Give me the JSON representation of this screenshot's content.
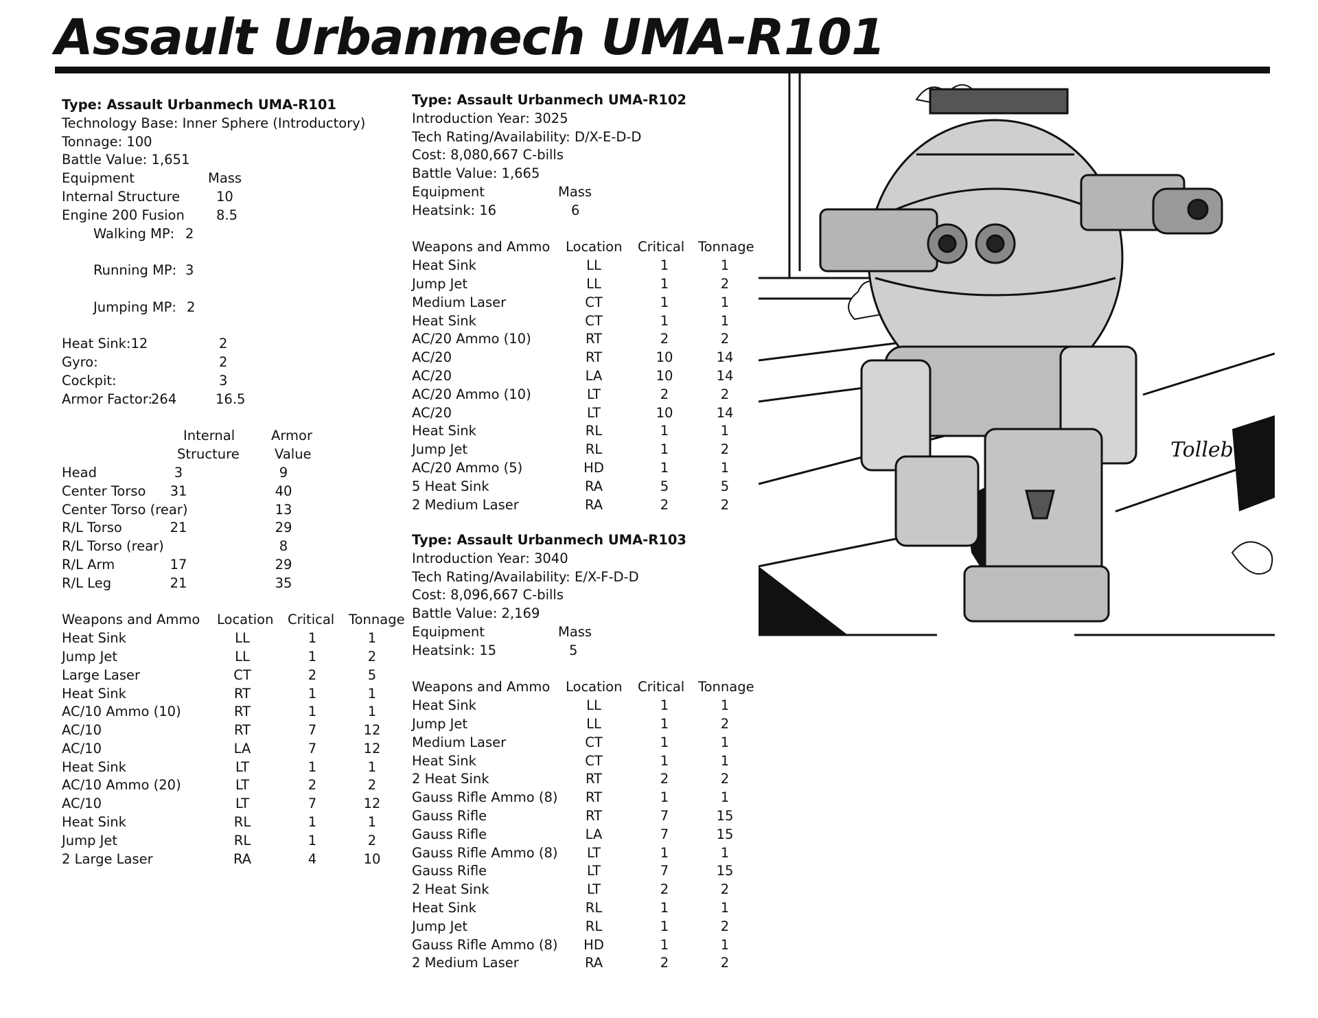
{
  "title": "Assault Urbanmech UMA-R101",
  "r101": {
    "type": "Type: Assault Urbanmech UMA-R101",
    "tech_base": "Technology Base: Inner Sphere (Introductory)",
    "tonnage": "Tonnage: 100",
    "battle_value": "Battle Value: 1,651",
    "equipment_label": "Equipment",
    "mass_label": "Mass",
    "internal_structure": {
      "label": "Internal Structure",
      "mass": "10"
    },
    "engine": {
      "label": "Engine 200 Fusion",
      "mass": "8.5"
    },
    "walking": {
      "label": "Walking MP:",
      "value": "2"
    },
    "running": {
      "label": "Running MP:",
      "value": "3"
    },
    "jumping": {
      "label": "Jumping MP:",
      "value": "2"
    },
    "heat_sink": {
      "label": "Heat Sink:12",
      "mass": "2"
    },
    "gyro": {
      "label": "Gyro:",
      "mass": "2"
    },
    "cockpit": {
      "label": "Cockpit:",
      "mass": "3"
    },
    "armor_factor": {
      "label": "Armor Factor:",
      "value": "264",
      "mass": "16.5"
    },
    "armor_header": {
      "is1": "Internal",
      "is2": "Structure",
      "av1": "Armor",
      "av2": "Value"
    },
    "armor_rows": [
      {
        "loc": "Head",
        "is": "3",
        "av": "9"
      },
      {
        "loc": "Center Torso",
        "is": "31",
        "av": "40"
      },
      {
        "loc": "Center Torso (rear)",
        "is": "",
        "av": "13"
      },
      {
        "loc": "R/L Torso",
        "is": "21",
        "av": "29"
      },
      {
        "loc": "R/L Torso (rear)",
        "is": "",
        "av": "8"
      },
      {
        "loc": "R/L Arm",
        "is": "17",
        "av": "29"
      },
      {
        "loc": "R/L Leg",
        "is": "21",
        "av": "35"
      }
    ],
    "weapons_header": {
      "name": "Weapons and Ammo",
      "location": "Location",
      "critical": "Critical",
      "tonnage": "Tonnage"
    },
    "weapons": [
      {
        "name": "Heat Sink",
        "loc": "LL",
        "crit": "1",
        "ton": "1"
      },
      {
        "name": "Jump Jet",
        "loc": "LL",
        "crit": "1",
        "ton": "2"
      },
      {
        "name": "Large Laser",
        "loc": "CT",
        "crit": "2",
        "ton": "5"
      },
      {
        "name": "Heat Sink",
        "loc": "RT",
        "crit": "1",
        "ton": "1"
      },
      {
        "name": "AC/10 Ammo (10)",
        "loc": "RT",
        "crit": "1",
        "ton": "1"
      },
      {
        "name": "AC/10",
        "loc": "RT",
        "crit": "7",
        "ton": "12"
      },
      {
        "name": "AC/10",
        "loc": "LA",
        "crit": "7",
        "ton": "12"
      },
      {
        "name": "Heat Sink",
        "loc": "LT",
        "crit": "1",
        "ton": "1"
      },
      {
        "name": "AC/10 Ammo (20)",
        "loc": "LT",
        "crit": "2",
        "ton": "2"
      },
      {
        "name": "AC/10",
        "loc": "LT",
        "crit": "7",
        "ton": "12"
      },
      {
        "name": "Heat Sink",
        "loc": "RL",
        "crit": "1",
        "ton": "1"
      },
      {
        "name": "Jump Jet",
        "loc": "RL",
        "crit": "1",
        "ton": "2"
      },
      {
        "name": "2 Large Laser",
        "loc": "RA",
        "crit": "4",
        "ton": "10"
      }
    ]
  },
  "r102": {
    "type": "Type: Assault Urbanmech UMA-R102",
    "intro": "Introduction Year: 3025",
    "tech": "Tech Rating/Availability: D/X-E-D-D",
    "cost": "Cost: 8,080,667 C-bills",
    "battle_value": "Battle Value: 1,665",
    "equipment_label": "Equipment",
    "mass_label": "Mass",
    "heatsink": {
      "label": "Heatsink: 16",
      "mass": "6"
    },
    "weapons_header": {
      "name": "Weapons and Ammo",
      "location": "Location",
      "critical": "Critical",
      "tonnage": "Tonnage"
    },
    "weapons": [
      {
        "name": "Heat Sink",
        "loc": "LL",
        "crit": "1",
        "ton": "1"
      },
      {
        "name": "Jump Jet",
        "loc": "LL",
        "crit": "1",
        "ton": "2"
      },
      {
        "name": "Medium Laser",
        "loc": "CT",
        "crit": "1",
        "ton": "1"
      },
      {
        "name": "Heat Sink",
        "loc": "CT",
        "crit": "1",
        "ton": "1"
      },
      {
        "name": "AC/20 Ammo (10)",
        "loc": "RT",
        "crit": "2",
        "ton": "2"
      },
      {
        "name": "AC/20",
        "loc": "RT",
        "crit": "10",
        "ton": "14"
      },
      {
        "name": "AC/20",
        "loc": "LA",
        "crit": "10",
        "ton": "14"
      },
      {
        "name": "AC/20 Ammo (10)",
        "loc": "LT",
        "crit": "2",
        "ton": "2"
      },
      {
        "name": "AC/20",
        "loc": "LT",
        "crit": "10",
        "ton": "14"
      },
      {
        "name": "Heat Sink",
        "loc": "RL",
        "crit": "1",
        "ton": "1"
      },
      {
        "name": "Jump Jet",
        "loc": "RL",
        "crit": "1",
        "ton": "2"
      },
      {
        "name": "AC/20 Ammo (5)",
        "loc": "HD",
        "crit": "1",
        "ton": "1"
      },
      {
        "name": "5 Heat Sink",
        "loc": "RA",
        "crit": "5",
        "ton": "5"
      },
      {
        "name": "2 Medium Laser",
        "loc": "RA",
        "crit": "2",
        "ton": "2"
      }
    ]
  },
  "r103": {
    "type": "Type: Assault Urbanmech UMA-R103",
    "intro": "Introduction Year: 3040",
    "tech": "Tech Rating/Availability: E/X-F-D-D",
    "cost": "Cost: 8,096,667 C-bills",
    "battle_value": "Battle Value: 2,169",
    "equipment_label": "Equipment",
    "mass_label": "Mass",
    "heatsink": {
      "label": "Heatsink: 15",
      "mass": "5"
    },
    "weapons_header": {
      "name": "Weapons and Ammo",
      "location": "Location",
      "critical": "Critical",
      "tonnage": "Tonnage"
    },
    "weapons": [
      {
        "name": "Heat Sink",
        "loc": "LL",
        "crit": "1",
        "ton": "1"
      },
      {
        "name": "Jump Jet",
        "loc": "LL",
        "crit": "1",
        "ton": "2"
      },
      {
        "name": "Medium Laser",
        "loc": "CT",
        "crit": "1",
        "ton": "1"
      },
      {
        "name": "Heat Sink",
        "loc": "CT",
        "crit": "1",
        "ton": "1"
      },
      {
        "name": "2 Heat Sink",
        "loc": "RT",
        "crit": "2",
        "ton": "2"
      },
      {
        "name": "Gauss Rifle Ammo (8)",
        "loc": "RT",
        "crit": "1",
        "ton": "1"
      },
      {
        "name": "Gauss Rifle",
        "loc": "RT",
        "crit": "7",
        "ton": "15"
      },
      {
        "name": "Gauss Rifle",
        "loc": "LA",
        "crit": "7",
        "ton": "15"
      },
      {
        "name": "Gauss Rifle Ammo (8)",
        "loc": "LT",
        "crit": "1",
        "ton": "1"
      },
      {
        "name": "Gauss Rifle",
        "loc": "LT",
        "crit": "7",
        "ton": "15"
      },
      {
        "name": "2 Heat Sink",
        "loc": "LT",
        "crit": "2",
        "ton": "2"
      },
      {
        "name": "Heat Sink",
        "loc": "RL",
        "crit": "1",
        "ton": "1"
      },
      {
        "name": "Jump Jet",
        "loc": "RL",
        "crit": "1",
        "ton": "2"
      },
      {
        "name": "Gauss Rifle Ammo (8)",
        "loc": "HD",
        "crit": "1",
        "ton": "1"
      },
      {
        "name": "2 Medium Laser",
        "loc": "RA",
        "crit": "2",
        "ton": "2"
      }
    ]
  },
  "illustration": {
    "subject": "mech-illustration",
    "signature": "Tollebol"
  }
}
